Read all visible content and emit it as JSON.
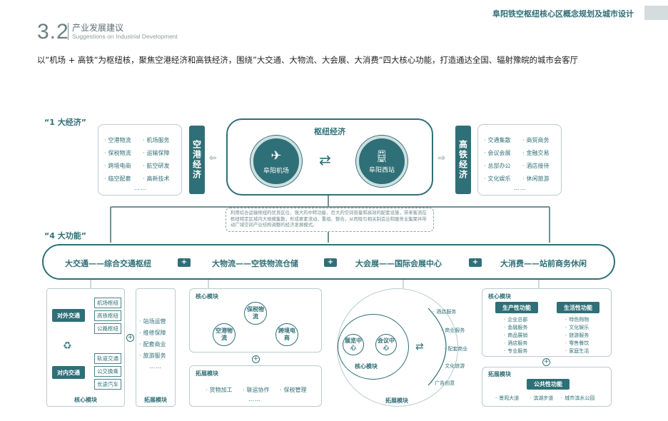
{
  "header": {
    "section_number": "3.2",
    "section_title": "产业发展建议",
    "section_subtitle": "Suggestions on Industrial Development",
    "doc_title": "阜阳铁空枢纽核心区概念规划及城市设计",
    "intro": "以“机场 + 高铁“为枢纽核，聚焦空港经济和高铁经济，围绕”大交通、大物流、大会展、大消费“四大核心功能，打造通达全国、辐射豫皖的城市会客厅"
  },
  "economy": {
    "label": "“1 大经济”",
    "hub_title": "枢纽经济",
    "airport": "阜阳机场",
    "station": "阜阳西站",
    "airport_pill": "空港经济",
    "rail_pill": "高铁经济",
    "airport_items": [
      "空港物流",
      "机场服务",
      "保税物流",
      "运输保障",
      "跨境电商",
      "航空研发",
      "临空配套",
      "高新技术"
    ],
    "rail_items": [
      "交通集散",
      "商贸商务",
      "会议会展",
      "金融交易",
      "总部办公",
      "酒店接待",
      "文化娱乐",
      "休闲旅游"
    ],
    "more": "……",
    "note": "利用综合运输枢纽的优良区位、强大的中转功能、巨大的空间容量和高效的配套设施，带来客流在枢纽特定区域内大规模集散，形成要素流动、重组、整合，从而吸引相关制造业和服务业集聚并带动广域空间产业结构调整的经济发展模式。"
  },
  "functions": {
    "label": "“4 大功能”",
    "items": [
      "大交通——综合交通枢纽",
      "大物流——空铁物流仓储",
      "大会展——国际会展中心",
      "大消费——站前商务休闲"
    ],
    "plus": "+"
  },
  "transport": {
    "external": "对外交通",
    "internal": "对内交通",
    "external_items": [
      "机场枢纽",
      "高铁枢纽",
      "公路枢纽"
    ],
    "internal_items": [
      "轨道交通",
      "公交换乘",
      "长途汽车"
    ],
    "core": "核心模块",
    "ext_items": [
      "站场运营",
      "维修保障",
      "配套商业",
      "旅游服务"
    ],
    "ext_title": "拓展模块",
    "more": "……"
  },
  "logistics": {
    "core": "核心模块",
    "bonded": "保税物流",
    "airport": "空港物流",
    "cross": "跨境电商",
    "ext_title": "拓展模块",
    "ext_items": [
      "货物加工",
      "联运协作",
      "保税管理"
    ],
    "more": "……"
  },
  "expo": {
    "c1": "展览中心",
    "c2": "会议中心",
    "core": "核心模块",
    "ext": "拓展模块",
    "arc_items": [
      "酒店服务",
      "商业服务",
      "配套商业",
      "文化旅游",
      "广告创意"
    ]
  },
  "consumption": {
    "core": "核心模块",
    "prod_title": "生产性功能",
    "life_title": "生活性功能",
    "prod_items": [
      "企业总部",
      "金融服务",
      "商品展销",
      "酒店服务",
      "专业服务"
    ],
    "life_items": [
      "特色购物",
      "文化娱乐",
      "旅游服务",
      "零售餐饮",
      "家庭生活"
    ],
    "ext_title": "拓展模块",
    "public_title": "公共性功能",
    "public_items": [
      "景观大道",
      "滨湖步道",
      "城市滨水公园"
    ]
  }
}
